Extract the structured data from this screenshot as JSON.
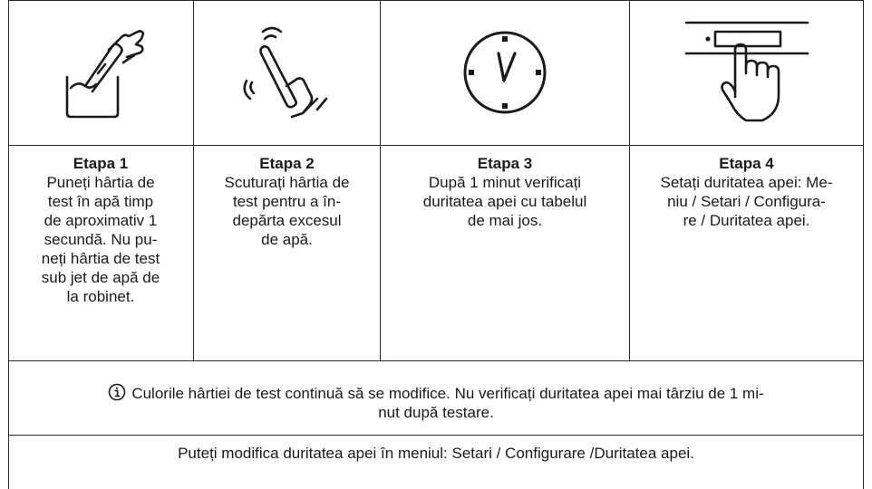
{
  "steps": [
    {
      "title": "Etapa 1",
      "lines": [
        "Puneți hârtia de",
        "test în apă timp",
        "de aproximativ 1",
        "secundă. Nu pu-",
        "neți hârtia de test",
        "sub jet de apă de",
        "la robinet."
      ],
      "icon": "hand-dipping-strip-icon"
    },
    {
      "title": "Etapa 2",
      "lines": [
        "Scuturați hârtia de",
        "test pentru a în-",
        "depărta excesul",
        "de apă."
      ],
      "icon": "hand-shaking-strip-icon"
    },
    {
      "title": "Etapa 3",
      "lines": [
        "După 1 minut verificați",
        "duritatea apei cu tabelul",
        "de mai jos."
      ],
      "icon": "clock-icon"
    },
    {
      "title": "Etapa 4",
      "lines": [
        "Setați duritatea apei: Me-",
        "niu / Setari / Configura-",
        "re / Duritatea apei."
      ],
      "icon": "finger-pressing-panel-icon"
    }
  ],
  "note": {
    "icon": "info-icon",
    "line1": "Culorile hârtiei de test continuă să se modifice. Nu verificați duritatea apei mai târziu de 1 mi-",
    "line2": "nut după testare."
  },
  "footer": {
    "text": "Puteți modifica duritatea apei în meniul: Setari / Configurare /Duritatea apei."
  }
}
